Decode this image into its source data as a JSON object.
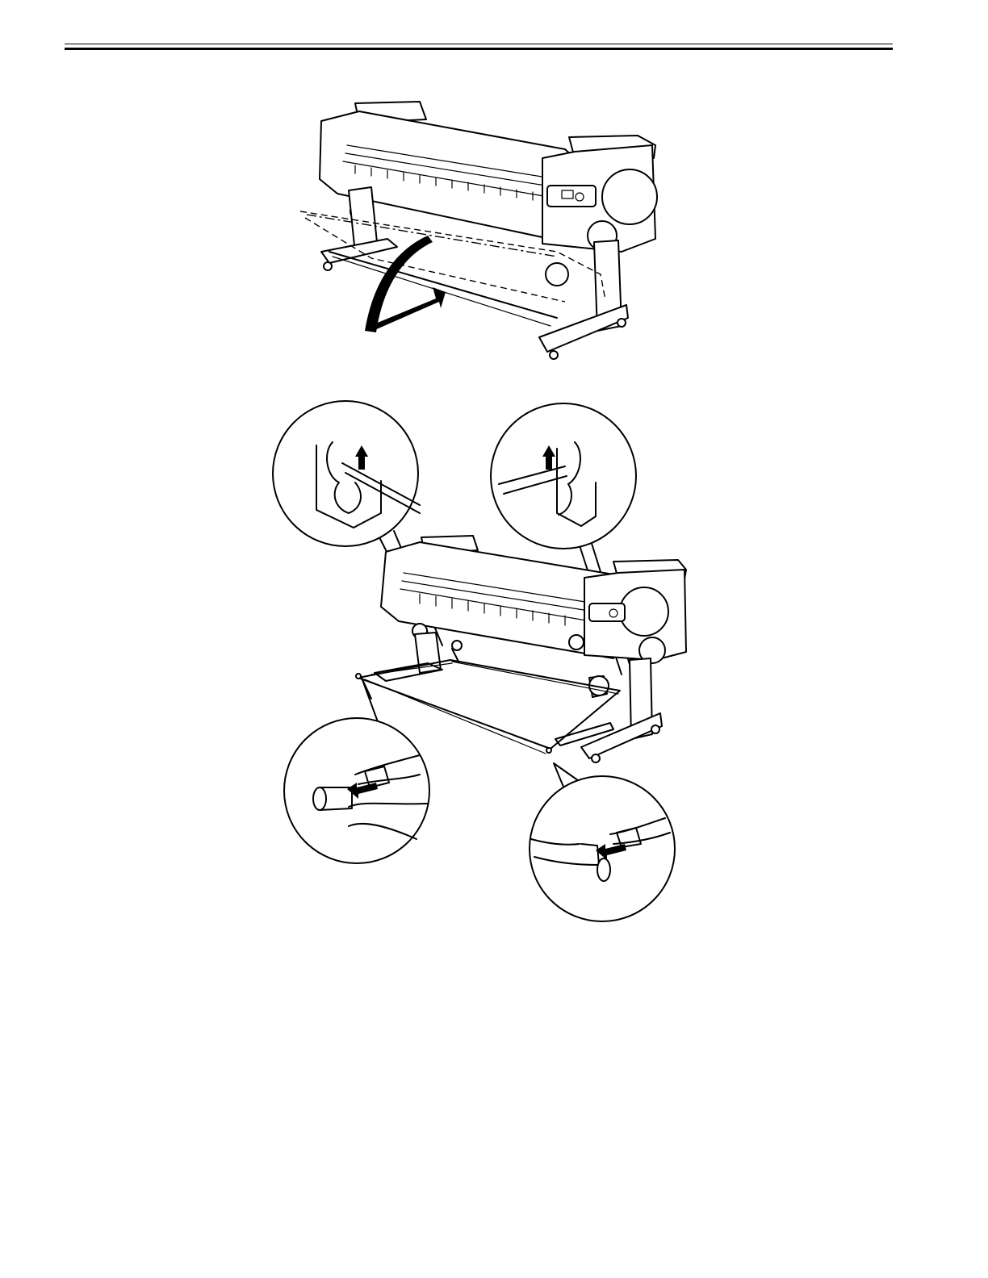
{
  "page": {
    "header_rules": "double",
    "figures": [
      {
        "id": "figure-1",
        "content": "printer-basket-raise-illustration"
      },
      {
        "id": "figure-2",
        "content": "printer-basket-rod-detail-illustration"
      }
    ]
  }
}
